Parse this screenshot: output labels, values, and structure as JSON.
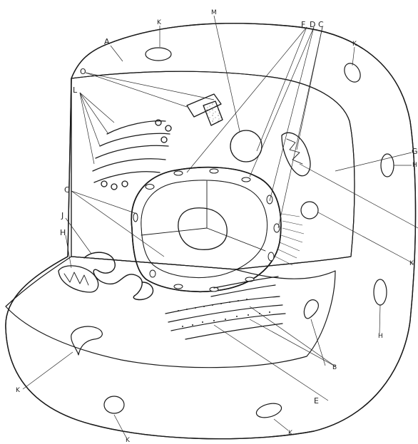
{
  "diagram": {
    "labels": {
      "A": "A",
      "B": "B",
      "C": "C",
      "D": "D",
      "E": "E",
      "F": "F",
      "G": "G",
      "H": "H",
      "J": "J",
      "K": "K",
      "L": "L",
      "M": "M",
      "O": "O"
    }
  }
}
